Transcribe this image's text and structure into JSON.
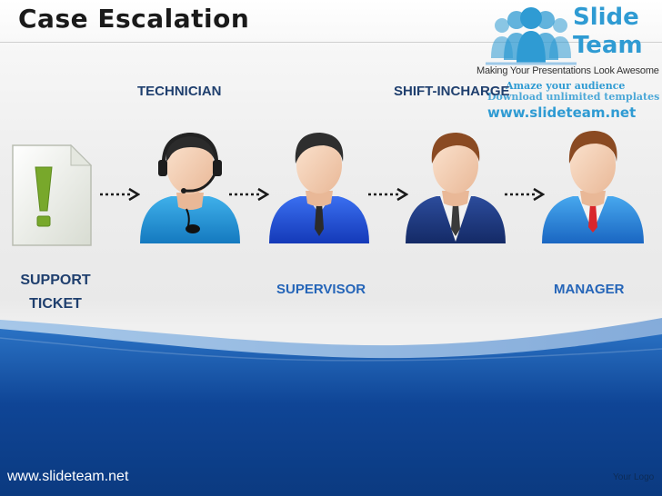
{
  "slide": {
    "title": "Case Escalation",
    "footer_url": "www.slideteam.net",
    "footer_logo": "Your Logo"
  },
  "brand": {
    "word1": "Slide",
    "word2": "Team",
    "tagline": "Making Your Presentations Look Awesome",
    "promo_line1": "Amaze your audience",
    "promo_line2": "Download unlimited templates",
    "url": "www.slideteam.net",
    "icon": "people-group-icon"
  },
  "flow": {
    "ticket": {
      "label_line1": "SUPPORT",
      "label_line2": "TICKET",
      "icon": "exclamation-document-icon"
    },
    "steps": [
      {
        "label": "TECHNICIAN",
        "icon": "headset-person-icon"
      },
      {
        "label": "SUPERVISOR",
        "icon": "person-icon"
      },
      {
        "label": "SHIFT-INCHARGE",
        "icon": "person-vest-icon"
      },
      {
        "label": "MANAGER",
        "icon": "person-suit-icon"
      }
    ],
    "arrow_icon": "dotted-arrow-icon"
  },
  "colors": {
    "accent_blue": "#2f9bd3",
    "label_dark": "#1f3f6e",
    "label_blue": "#2565b8",
    "wave_dark": "#0d3f8a",
    "ticket_green": "#78a82b"
  }
}
